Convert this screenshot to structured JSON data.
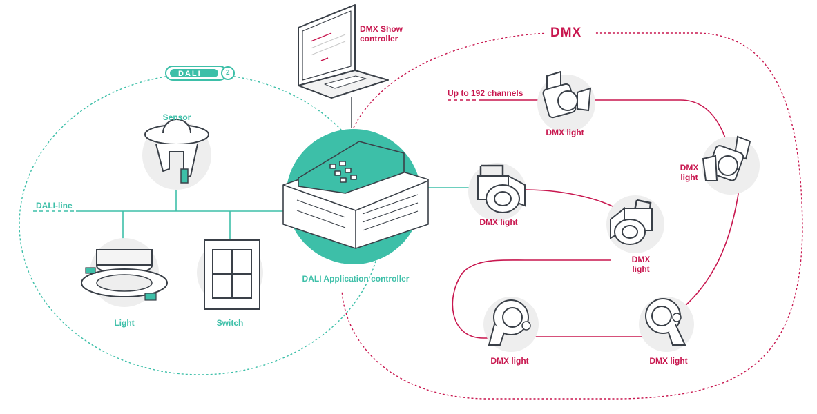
{
  "colors": {
    "dali": "#3dbfa8",
    "dmx": "#c8174f",
    "outline": "#3a4048",
    "halo": "#eeeeee"
  },
  "dali": {
    "logo_text": "DALI",
    "logo_badge": "2",
    "line_label": "DALI-line",
    "sensor_label": "Sensor",
    "light_label": "Light",
    "switch_label": "Switch",
    "controller_label": "DALI Application controller"
  },
  "dmx": {
    "title": "DMX",
    "show_controller_line1": "DMX Show",
    "show_controller_line2": "controller",
    "channels_label": "Up to 192 channels",
    "light_label": "DMX light",
    "light_label_line1": "DMX",
    "light_label_line2": "light"
  }
}
